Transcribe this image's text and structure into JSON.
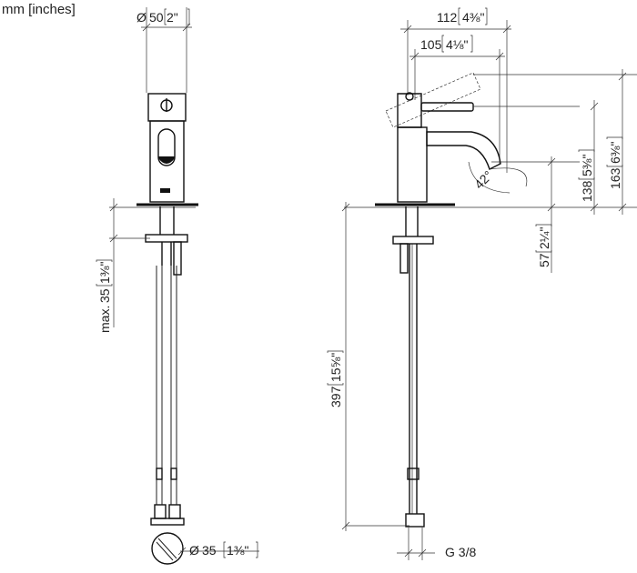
{
  "units_note": "mm [inches]",
  "front_view": {
    "top_diameter": {
      "symbol": "Ø",
      "mm": "50",
      "inch": "2\""
    },
    "max_thickness": {
      "prefix": "max.",
      "mm": "35",
      "inch": "1⅜\""
    },
    "bottom_diameter": {
      "symbol": "Ø",
      "mm": "35",
      "inch": "1⅜\""
    }
  },
  "side_view": {
    "projection_1": {
      "mm": "112",
      "inch": "4⅜\""
    },
    "projection_2": {
      "mm": "105",
      "inch": "4⅛\""
    },
    "total_height": {
      "mm": "163",
      "inch": "6⅜\""
    },
    "spout_height": {
      "mm": "138",
      "inch": "5⅜\""
    },
    "spout_clearance": {
      "mm": "57",
      "inch": "2¼\""
    },
    "hose_length": {
      "mm": "397",
      "inch": "15⅝\""
    },
    "angle": "42°",
    "thread": "G 3/8"
  }
}
